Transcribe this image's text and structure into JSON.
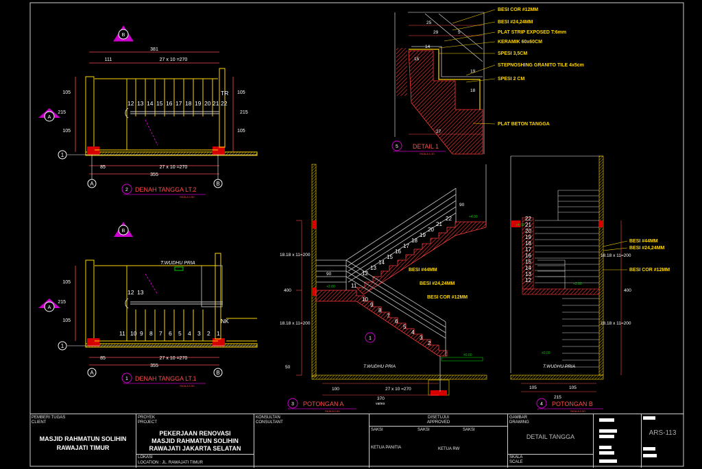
{
  "plans": {
    "upper": {
      "dim_total": "381",
      "dim_111": "111",
      "dim_steps": "27 x 10 =270",
      "dim_85": "85",
      "dim_steps_b": "27 x 10 =270",
      "dim_355": "355",
      "dim_105a": "105",
      "dim_105b": "105",
      "dim_215": "215",
      "tread_numbers": [
        "12",
        "13",
        "14",
        "15",
        "16",
        "17",
        "18",
        "19",
        "20",
        "21",
        "22"
      ],
      "tr_label": "TR",
      "axis_a": "A",
      "axis_b": "B",
      "axis_1": "1",
      "section_a": "A",
      "section_b": "B",
      "title_num": "2",
      "title": "DENAH TANGGA LT.2",
      "scale": "SKALA 1:50"
    },
    "lower": {
      "wudhu": "T.WUDHU PRIA",
      "dim_85": "85",
      "dim_steps": "27 x 10 =270",
      "dim_355": "355",
      "dim_105a": "105",
      "dim_105b": "105",
      "dim_215": "215",
      "tread_top": [
        "12",
        "13"
      ],
      "tread_numbers": [
        "11",
        "10",
        "9",
        "8",
        "7",
        "6",
        "5",
        "4",
        "3",
        "2",
        "1"
      ],
      "nk_label": "NK",
      "axis_a": "A",
      "axis_b": "B",
      "axis_1": "1",
      "section_a": "A",
      "section_b": "B",
      "title_num": "1",
      "title": "DENAH TANGGA LT.1",
      "scale": "SKALA 1:50"
    }
  },
  "detail": {
    "labels": [
      "BESI COR #12MM",
      "BESI #24,24MM",
      "PLAT STRIP EXPOSED T:6mm",
      "KERAMIK 60x60CM",
      "SPESI 3,5CM",
      "STEPNOSHING GRANITO TILE 4x5cm",
      "SPESI 2 CM",
      "PLAT BETON TANGGA"
    ],
    "dims": [
      "25",
      "29",
      "5",
      "15",
      "14",
      "19",
      "18",
      "27"
    ],
    "title_num": "5",
    "title": "DETAIL 1",
    "scale": "SKALA 1:10"
  },
  "section_a": {
    "step_numbers": [
      "22",
      "21",
      "20",
      "19",
      "18",
      "17",
      "16",
      "15",
      "14",
      "13",
      "12",
      "11",
      "10",
      "9",
      "8",
      "7",
      "6",
      "5",
      "4",
      "3",
      "2"
    ],
    "notes": [
      "BESI #44MM",
      "BESI #24,24MM",
      "BESI COR #12MM"
    ],
    "dim_upper": "18.18 x 11=200",
    "dim_lower": "18.18 x 11=200",
    "dim_400": "400",
    "dim_50": "50",
    "dim_90a": "90",
    "dim_90b": "90",
    "level_top": "+4.00",
    "level_mid": "+2.00",
    "level_bot": "±0.00",
    "wudhu": "T.WUDHU PRIA",
    "dim_100": "100",
    "dim_steps": "27 x 10 =270",
    "dim_370": "370",
    "varies": "varies",
    "marker": "1",
    "title_num": "3",
    "title": "POTONGAN A",
    "scale": "SKALA 1:50"
  },
  "section_b": {
    "step_numbers": [
      "22",
      "21",
      "20",
      "19",
      "18",
      "17",
      "16",
      "15",
      "14",
      "13",
      "12"
    ],
    "notes": [
      "BESI #44MM",
      "BESI #24,24MM",
      "BESI COR #12MM"
    ],
    "dim_upper": "18.18 x 11=200",
    "dim_lower": "18.18 x 11=200",
    "dim_400": "400",
    "level_top": "+4.00",
    "level_mid": "+2.00",
    "level_bot": "±0.00",
    "wudhu": "T.WUDHU PRIA",
    "dim_105a": "105",
    "dim_105b": "105",
    "dim_215": "215",
    "title_num": "4",
    "title": "POTONGAN B",
    "scale": "SKALA 1:50"
  },
  "title_block": {
    "client_label": "PEMBERI TUGAS",
    "client_label2": "CLIENT",
    "client_line1": "MASJID RAHMATUN SOLIHIN",
    "client_line2": "RAWAJATI TIMUR",
    "project_label": "PROYEK",
    "project_label2": "PROJECT",
    "project_line1": "PEKERJAAN RENOVASI",
    "project_line2": "MASJID RAHMATUN SOLIHIN",
    "project_line3": "RAWAJATI JAKARTA SELATAN",
    "location_label": "LOKASI",
    "location_value": "LOCATION :  JL. RAWAJATI TIMUR",
    "consultant_label": "KONSULTAN",
    "consultant_label2": "CONSULTANT",
    "approved_label": "DISETUJUI",
    "approved_label2": "APPROVED",
    "approvers": [
      "SAKSI",
      "SAKSI",
      "SAKSI"
    ],
    "chair1": "KETUA PANITIA",
    "chair2": "KETUA RW",
    "drawing_label": "GAMBAR",
    "drawing_label2": "DRAWING",
    "drawing_title": "DETAIL TANGGA",
    "scale_label": "SKALA",
    "scale_label2": "SCALE",
    "sheet_no": "ARS-113"
  },
  "colors": {
    "wall": "#ffd700",
    "wall_fill": "#d60000",
    "dim": "#ff4d4d",
    "stair": "#ffd700",
    "text": "#ffffff",
    "section_mark": "#cc00cc",
    "level": "#00cc00",
    "handrail": "#dddddd"
  }
}
